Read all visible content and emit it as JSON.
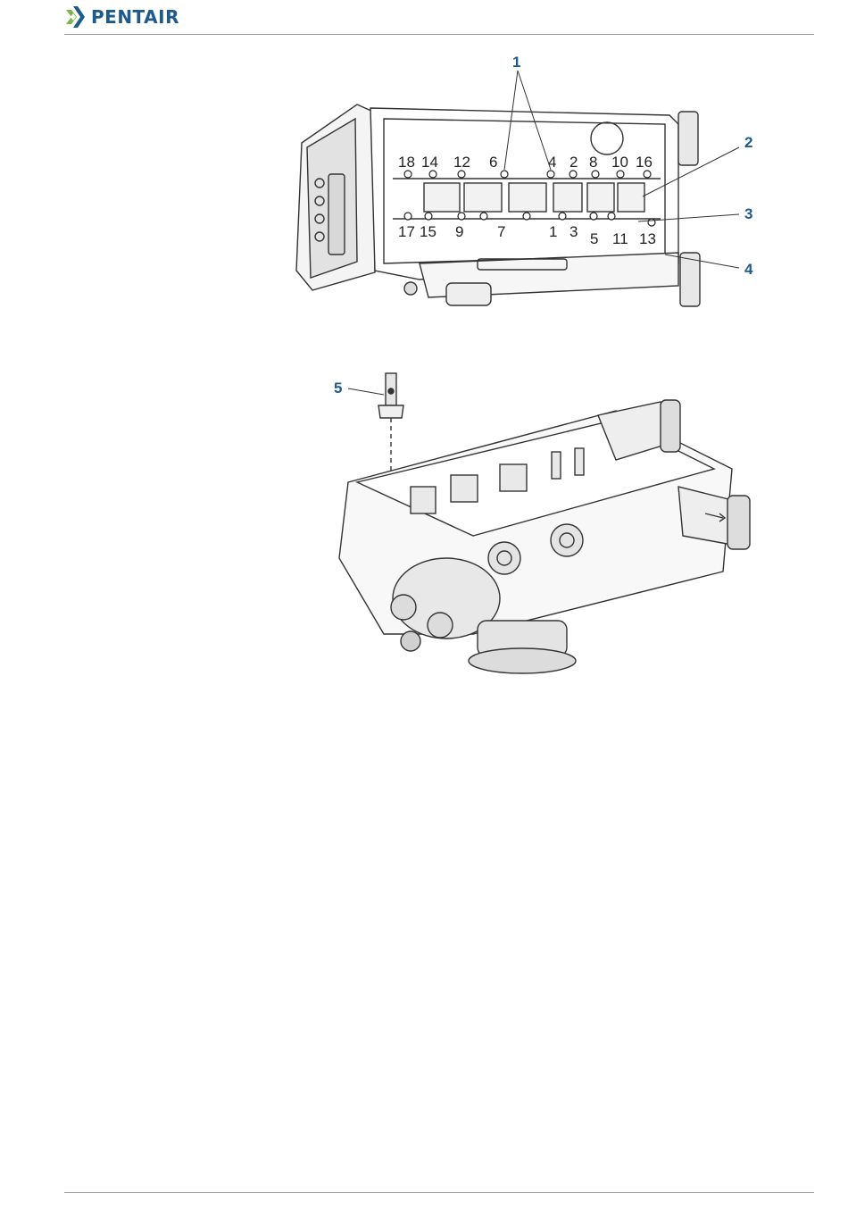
{
  "header": {
    "brand": "PENTAIR"
  },
  "figure_top": {
    "callouts": [
      "1",
      "2",
      "3",
      "4"
    ],
    "port_labels_top": [
      "18",
      "14",
      "12",
      "6",
      "4",
      "2",
      "8",
      "10",
      "16"
    ],
    "port_labels_bottom": [
      "17",
      "15",
      "9",
      "7",
      "1",
      "3",
      "5",
      "11",
      "13"
    ]
  },
  "figure_bottom": {
    "callouts": [
      "5"
    ]
  },
  "colors": {
    "brand": "#1f5a8c",
    "brand_green": "#7ab648",
    "line": "#333333"
  }
}
